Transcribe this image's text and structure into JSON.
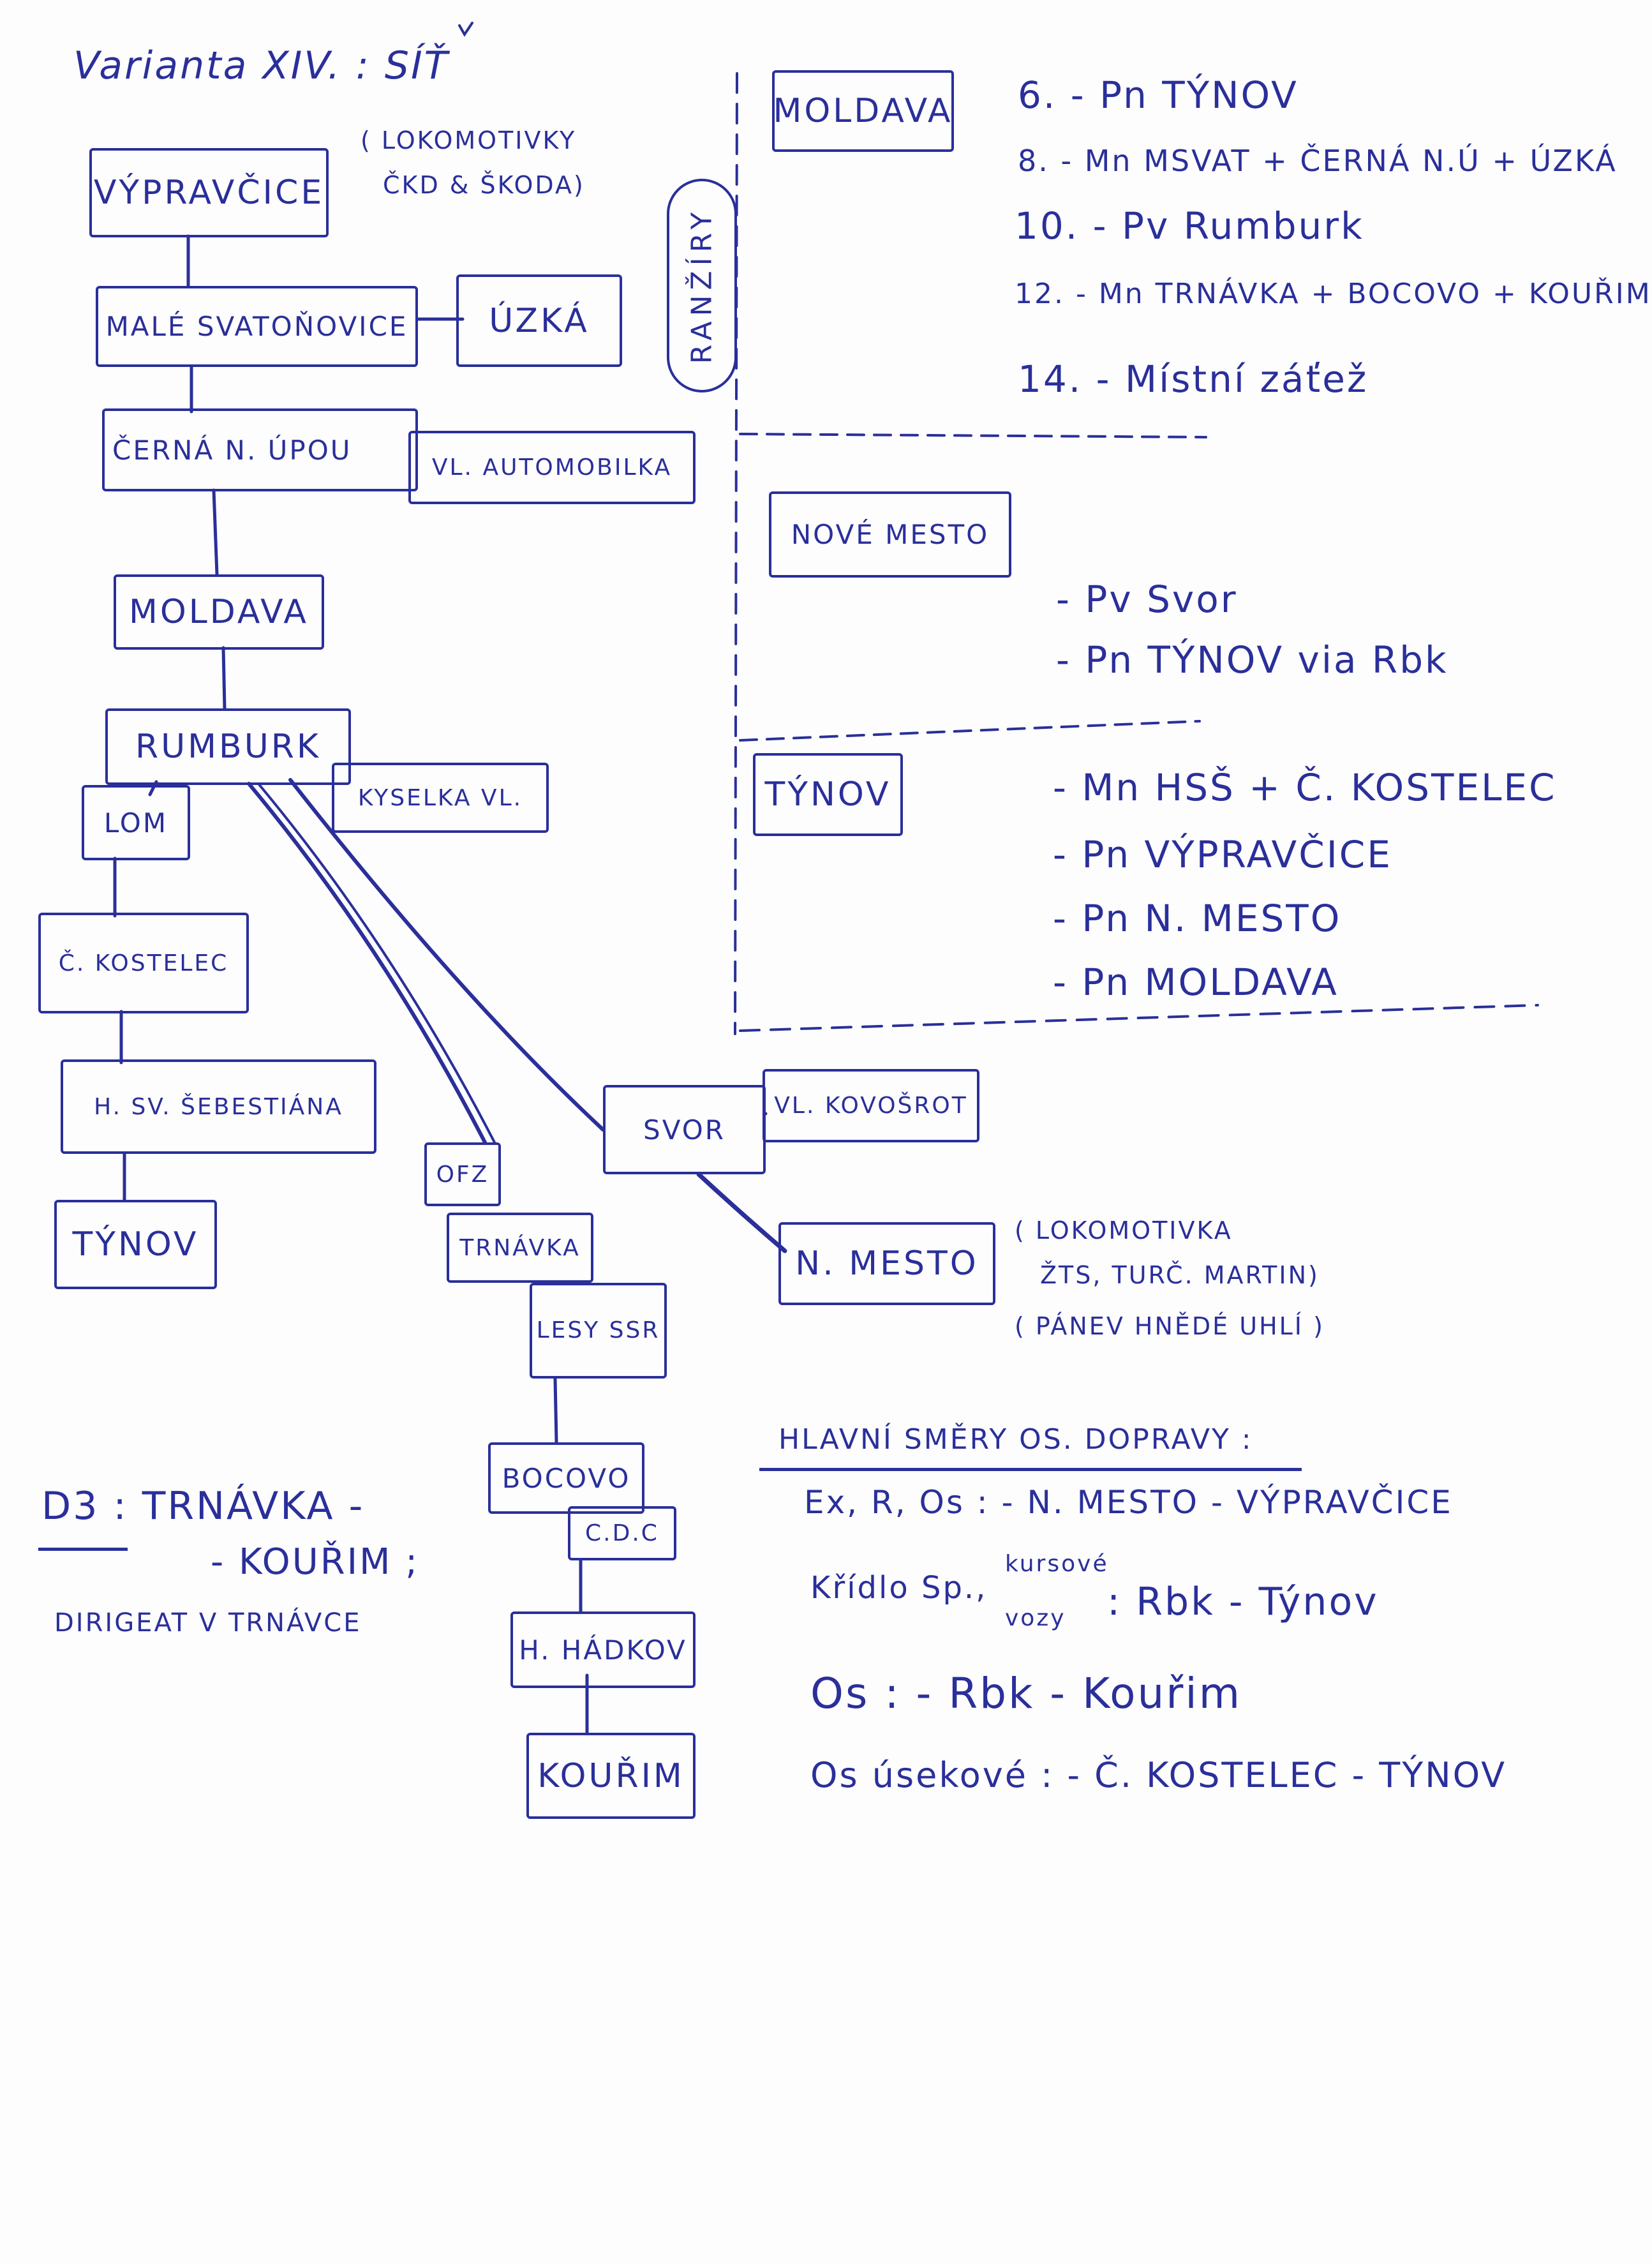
{
  "title": "Varianta XIV. : SÍŤ",
  "boxes": {
    "vypravcice": "VÝPRAVČICE",
    "male_svatonovice": "MALÉ SVATOŇOVICE",
    "uzka": "ÚZKÁ",
    "cerna": "ČERNÁ N. ÚPOU",
    "vl_automobilka": "VL. AUTOMOBILKA",
    "moldava": "MOLDAVA",
    "rumburk": "RUMBURK",
    "kyselka": "KYSELKA VL.",
    "lom": "LOM",
    "c_kostelec": "Č. KOSTELEC",
    "h_sv_sebestiana": "H. SV. ŠEBESTIÁNA",
    "tynov": "TÝNOV",
    "ofz": "OFZ",
    "trnavka": "TRNÁVKA",
    "lesy": "LESY SSR",
    "bocovo": "BOCOVO",
    "cdc": "C.D.C",
    "h_hadkov": "H. HÁDKOV",
    "kourim": "KOUŘIM",
    "svor": "SVOR",
    "vl_kovosrot": "VL. KOVOŠROT",
    "n_mesto": "N. MESTO"
  },
  "notes": {
    "lokomotivky_1": "( LOKOMOTIVKY",
    "lokomotivky_2": "ČKD & ŠKODA)",
    "lokomotivka_1": "( LOKOMOTIVKA",
    "lokomotivka_2": "ŽTS, TURČ. MARTIN)",
    "panev": "( PÁNEV HNĚDÉ UHLÍ )",
    "randziry": "RANŽÍRY",
    "d3_1": "D3 : TRNÁVKA -",
    "d3_2": "- KOUŘIM ;",
    "d3_3": "DIRIGEAT V TRNÁVCE"
  },
  "depots": {
    "moldava": {
      "label": "MOLDAVA",
      "items": [
        "6. - Pn TÝNOV",
        "8. - Mn MSVAT + ČERNÁ N.Ú + ÚZKÁ",
        "10. - Pv Rumburk",
        "12. - Mn TRNÁVKA + BOCOVO + KOUŘIM",
        "14. - Místní záťež"
      ]
    },
    "nove_mesto": {
      "label": "NOVÉ MESTO",
      "items": [
        "- Pv Svor",
        "- Pn TÝNOV via Rbk"
      ]
    },
    "tynov": {
      "label": "TÝNOV",
      "items": [
        "- Mn HSŠ + Č. KOSTELEC",
        "- Pn VÝPRAVČICE",
        "- Pn N. MESTO",
        "- Pn MOLDAVA"
      ]
    }
  },
  "traffic": {
    "heading": "HLAVNÍ SMĚRY OS. DOPRAVY :",
    "line1": "Ex, R, Os : - N. MESTO - VÝPRAVČICE",
    "line2a": "Křídlo Sp.,",
    "line2b": "kursové",
    "line2c": "vozy",
    "line2d": ": Rbk - Týnov",
    "line3": "Os : - Rbk - Kouřim",
    "line4": "Os úsekové : - Č. KOSTELEC - TÝNOV"
  },
  "colors": {
    "ink": "#2a2f9a",
    "paper": "#fdfdfd"
  }
}
